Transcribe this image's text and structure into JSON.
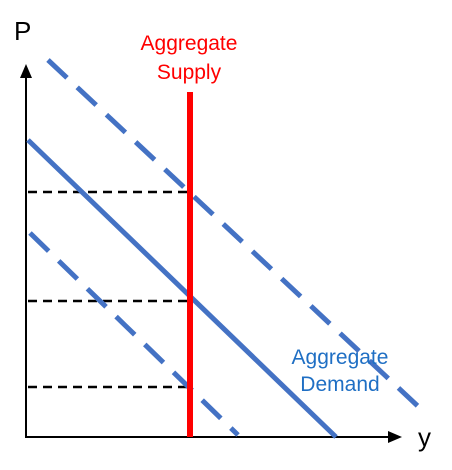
{
  "axes": {
    "y_label": "P",
    "x_label": "y"
  },
  "aggregate_supply": {
    "label_line1": "Aggregate",
    "label_line2": "Supply",
    "color": "#ff0000"
  },
  "aggregate_demand": {
    "label_line1": "Aggregate",
    "label_line2": "Demand",
    "color": "#4472c4"
  },
  "colors": {
    "axis": "#000000",
    "guide_dashes": "#000000"
  }
}
